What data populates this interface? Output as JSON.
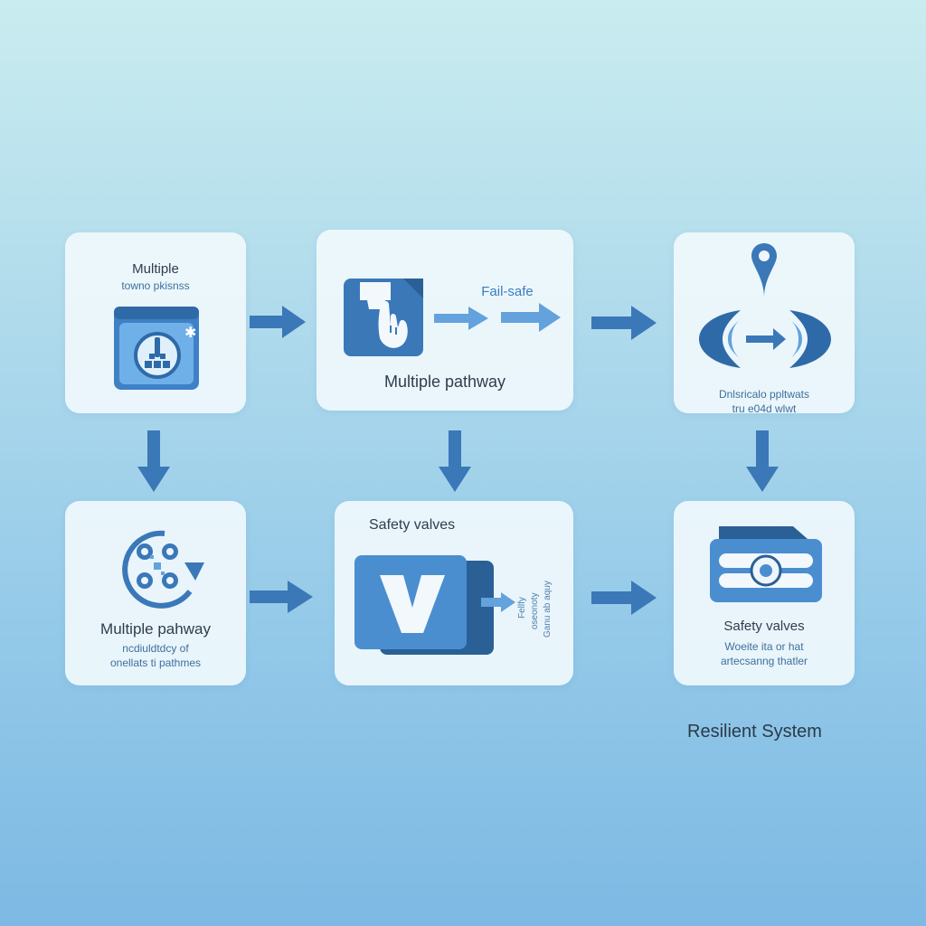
{
  "colors": {
    "accent": "#3a78b8",
    "accent_light": "#63a2dc",
    "accent_dark": "#2a6096",
    "card_bg": "#eef6fb",
    "text_dark": "#2f3e4d"
  },
  "nodes": {
    "n1": {
      "title": "Multiple",
      "subtitle": "towno pkisnss",
      "icon": "gauge-panel-icon"
    },
    "n2": {
      "title": "Multiple pathway",
      "label": "Fail-safe",
      "icon": "hand-pointer-icon"
    },
    "n3": {
      "subtitle_line1": "Dnlsricalo ppltwats",
      "subtitle_line2": "tru e04d wlwt",
      "icon": "location-pin-icon"
    },
    "n4": {
      "title": "Multiple pahway",
      "subtitle_line1": "ncdiuldtdcy of",
      "subtitle_line2": "onellats ti pathmes",
      "icon": "gears-cycle-icon"
    },
    "n5": {
      "title": "Safety valves",
      "glyph": "V",
      "side_lines": [
        "Fellfy",
        "oseonoty",
        "Ganu ab aquy"
      ],
      "icon": "valve-v-icon"
    },
    "n6": {
      "title": "Safety valves",
      "subtitle_line1": "Woeite ita or hat",
      "subtitle_line2": "artecsanng thatler",
      "icon": "safety-panel-icon"
    }
  },
  "footer": {
    "label": "Resilient System"
  }
}
